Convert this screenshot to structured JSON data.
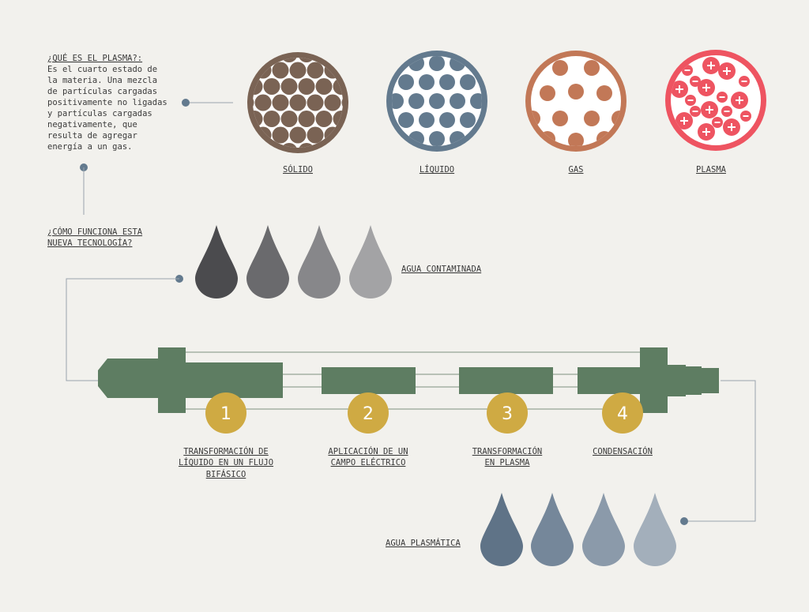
{
  "intro": {
    "question": "¿QUÉ ES EL PLASMA?:",
    "lines": [
      "Es el cuarto estado de",
      "la materia. Una mezcla",
      "de partículas cargadas",
      "positivamente no ligadas",
      "y partículas cargadas",
      "negativamente, que",
      "resulta de agregar",
      "energía a un gas."
    ]
  },
  "states": [
    {
      "label": "SÓLIDO",
      "color": "#7a6354"
    },
    {
      "label": "LÍQUIDO",
      "color": "#637a8e"
    },
    {
      "label": "GAS",
      "color": "#c27857"
    },
    {
      "label": "PLASMA",
      "color": "#ee5461"
    }
  ],
  "how": {
    "lines": [
      "¿CÓMO FUNCIONA ESTA",
      "NUEVA TECNOLOGÍA?"
    ]
  },
  "contaminated": {
    "label": "AGUA CONTAMINADA",
    "colors": [
      "#4b4b4e",
      "#6a6a6d",
      "#87878a",
      "#a3a3a5"
    ]
  },
  "device": {
    "color": "#5e7d62"
  },
  "steps": [
    {
      "number": "1",
      "lines": [
        "TRANSFORMACIÓN DE",
        "LÍQUIDO EN UN FLUJO",
        "BIFÁSICO"
      ]
    },
    {
      "number": "2",
      "lines": [
        "APLICACIÓN DE UN",
        "CAMPO ELÉCTRICO"
      ]
    },
    {
      "number": "3",
      "lines": [
        "TRANSFORMACIÓN",
        "EN PLASMA"
      ]
    },
    {
      "number": "4",
      "lines": [
        "CONDENSACIÓN"
      ]
    }
  ],
  "step_color": "#cfaa43",
  "plasmatic": {
    "label": "AGUA PLASMÁTICA",
    "colors": [
      "#5f7387",
      "#75879a",
      "#8b9aaa",
      "#a3afbb"
    ]
  },
  "connector_color": "#637a8e"
}
